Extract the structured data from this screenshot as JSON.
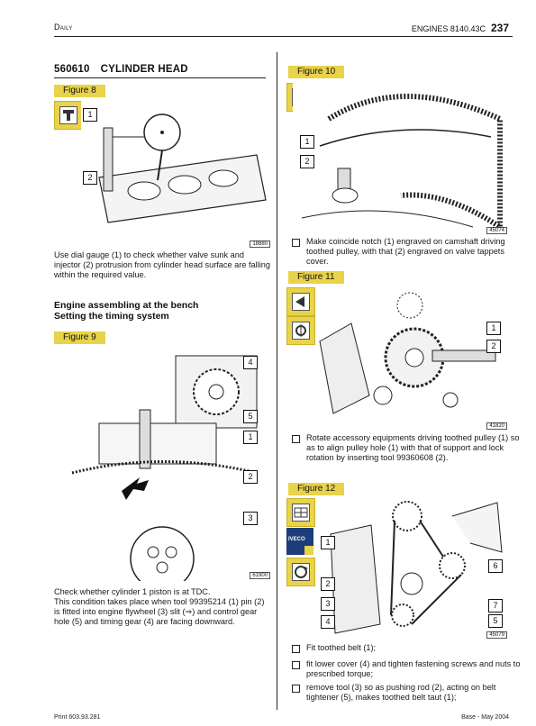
{
  "header": {
    "left": "Daily",
    "center": "ENGINES 8140.43C",
    "page": "237"
  },
  "section": {
    "code": "560610",
    "title": "CYLINDER HEAD"
  },
  "figures": {
    "fig8": {
      "label": "Figure 8",
      "ref": "18880",
      "callouts": [
        "1",
        "2"
      ]
    },
    "fig9": {
      "label": "Figure 9",
      "ref": "61900",
      "callouts": [
        "4",
        "5",
        "1",
        "2",
        "3"
      ]
    },
    "fig10": {
      "label": "Figure 10",
      "ref": "45074",
      "callouts": [
        "1",
        "2"
      ]
    },
    "fig11": {
      "label": "Figure 11",
      "ref": "41820",
      "callouts": [
        "1",
        "2"
      ]
    },
    "fig12": {
      "label": "Figure 12",
      "ref": "45079",
      "callouts": [
        "1",
        "2",
        "3",
        "4",
        "6",
        "7",
        "5"
      ],
      "logo": "IVECO"
    }
  },
  "text": {
    "fig8_caption": "Use dial gauge (1) to check whether valve sunk and injector (2) protrusion from cylinder head surface are falling within the required value.",
    "subhead1": "Engine assembling at the bench",
    "subhead2": "Setting the timing system",
    "fig9_caption_1": "Check whether cylinder 1 piston is at TDC.",
    "fig9_caption_2": "This condition takes place when tool 99395214 (1) pin (2) is fitted into engine flywheel (3) slit (⇒) and control gear hole (5) and timing gear (4) are facing downward.",
    "fig10_step": "Make coincide notch (1) engraved on camshaft driving toothed pulley, with that (2) engraved on valve tappets cover.",
    "fig11_step": "Rotate accessory equipments driving toothed pulley (1) so as to align pulley hole (1) with that of support and lock rotation by inserting tool 99360608 (2).",
    "fig12_steps": [
      "Fit toothed belt (1);",
      "fit lower cover (4) and tighten fastening screws and nuts to prescribed torque;",
      "remove tool (3) so as pushing rod (2), acting on belt tightener (5), makes toothed belt taut (1);"
    ]
  },
  "footer": {
    "left": "Print 603.93.281",
    "right": "Base - May 2004"
  },
  "colors": {
    "figure_tab": "#e8d34a"
  }
}
